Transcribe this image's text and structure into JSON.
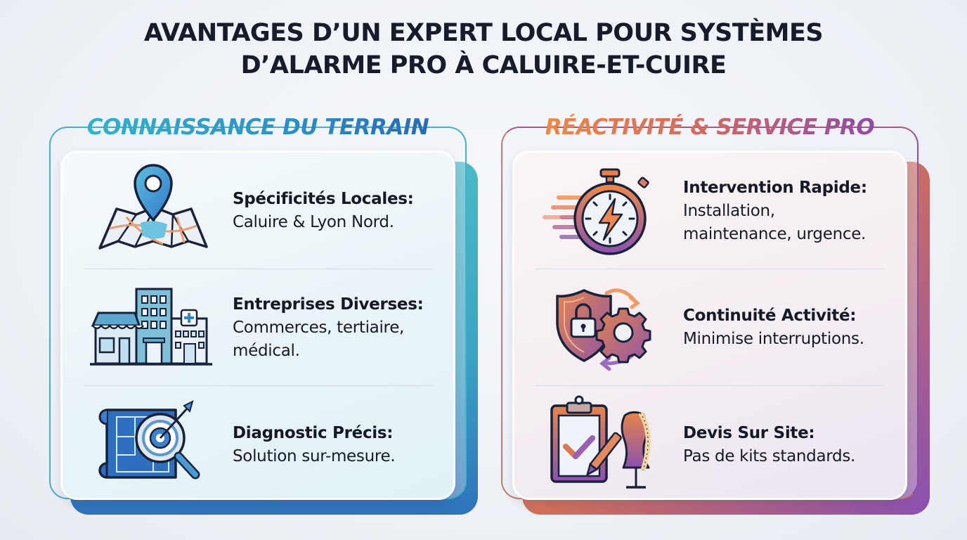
{
  "title": {
    "line1": "AVANTAGES D’UN EXPERT LOCAL POUR SYSTÈMES",
    "line2": "D’ALARME PRO À CALUIRE-ET-CUIRE"
  },
  "colors": {
    "left_accent": "#3aa4c2",
    "left_accent_dark": "#2f72bd",
    "right_accent_orange": "#e77a42",
    "right_accent_purple": "#8950b2",
    "title_text": "#161c2b"
  },
  "panels": [
    {
      "heading": "CONNAISSANCE DU TERRAIN",
      "items": [
        {
          "icon": "map-pin-icon",
          "title": "Spécificités Locales:",
          "desc": "Caluire & Lyon Nord."
        },
        {
          "icon": "buildings-icon",
          "title": "Entreprises Diverses:",
          "desc": "Commerces, tertiaire, médical."
        },
        {
          "icon": "blueprint-target-icon",
          "title": "Diagnostic Précis:",
          "desc": "Solution sur-mesure."
        }
      ]
    },
    {
      "heading": "RÉACTIVITÉ & SERVICE PRO",
      "items": [
        {
          "icon": "stopwatch-bolt-icon",
          "title": "Intervention Rapide:",
          "desc": "Installation, maintenance, urgence."
        },
        {
          "icon": "shield-lock-gear-icon",
          "title": "Continuité Activité:",
          "desc": "Minimise interruptions."
        },
        {
          "icon": "clipboard-mannequin-icon",
          "title": "Devis Sur Site:",
          "desc": "Pas de kits standards."
        }
      ]
    }
  ]
}
